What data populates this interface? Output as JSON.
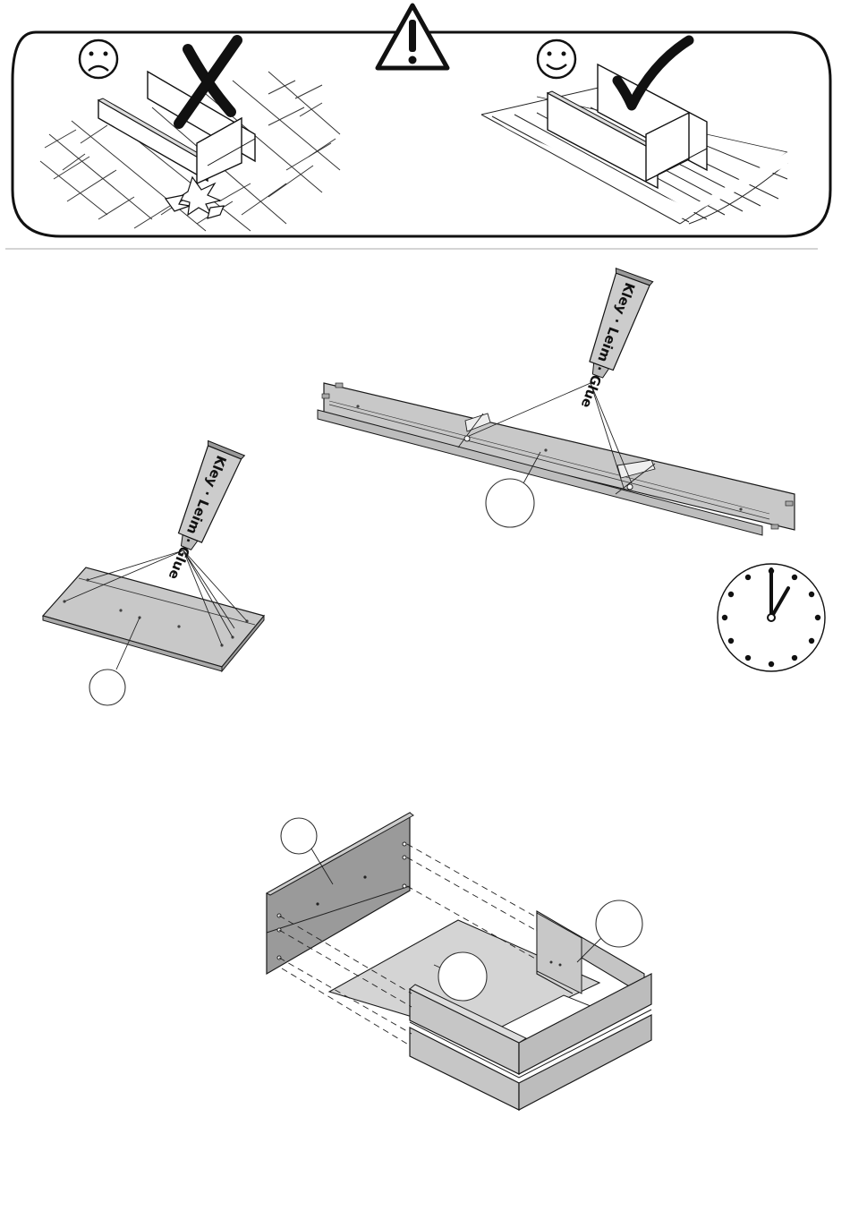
{
  "glue_tubes": [
    {
      "label": "Kley · Leim · Glue"
    },
    {
      "label": "Kley · Leim · Glue"
    }
  ],
  "callouts": {
    "long_panel": "",
    "short_panel": "",
    "side_panel_left": "",
    "side_panel_right": "",
    "bottom_panel": ""
  },
  "clock": {
    "hour": 1,
    "minute": 0
  },
  "colors": {
    "panel": "#c8c8c8",
    "outline": "#1a1a1a",
    "background": "#ffffff"
  }
}
